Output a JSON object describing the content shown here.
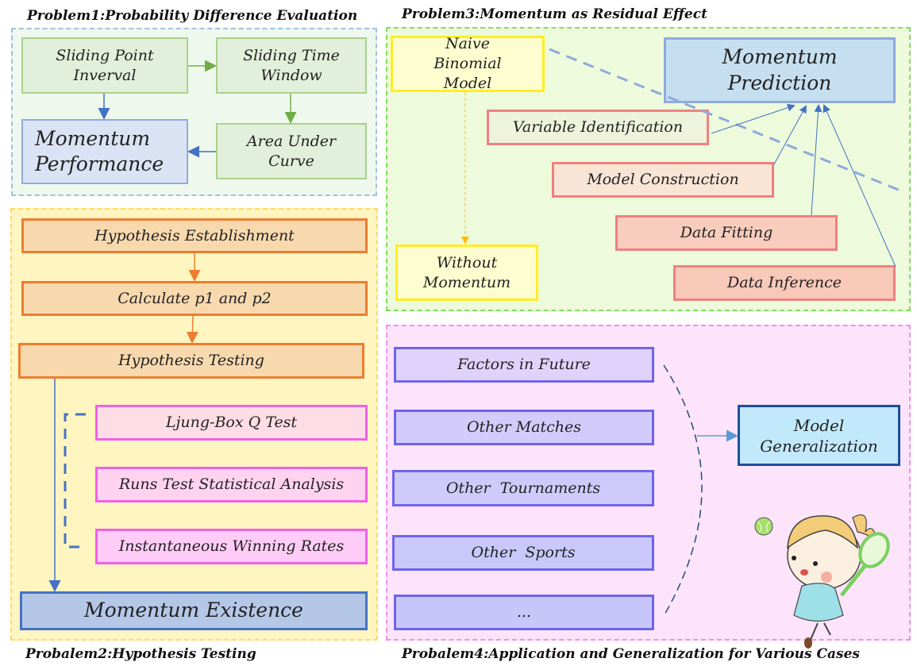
{
  "problem1": {
    "title": "Problem1:Probability Difference Evaluation",
    "boxes": {
      "sliding_point": "Sliding Point Inverval",
      "sliding_time": "Sliding Time Window",
      "area_under_curve": "Area Under Curve",
      "momentum_performance": "Momentum Performance"
    }
  },
  "problem2": {
    "title": "Probalem2:Hypothesis Testing",
    "steps": [
      "Hypothesis Establishment",
      "Calculate p1 and p2",
      "Hypothesis Testing"
    ],
    "tests": [
      "Ljung-Box Q Test",
      "Runs Test Statistical Analysis",
      "Instantaneous Winning Rates"
    ],
    "result": "Momentum Existence"
  },
  "problem3": {
    "title": "Problem3:Momentum as Residual Effect",
    "naive_model": "Naive Binomial Model",
    "without_momentum": "Without Momentum",
    "prediction": "Momentum Prediction",
    "steps": [
      "Variable Identification",
      "Model Construction",
      "Data Fitting",
      "Data Inference"
    ]
  },
  "problem4": {
    "title": "Probalem4:Application and Generalization for Various Cases",
    "cases": [
      "Factors in Future",
      "Other Matches",
      "Other  Tournaments",
      "Other  Sports",
      "..."
    ],
    "result": "Model Generalization"
  },
  "colors": {
    "p1_panel": "#eef8ec",
    "p2_panel": "#fff5c0",
    "p3_panel": "#edfbdc",
    "p4_panel": "#fde4fa",
    "blue_arrow": "#4472c4",
    "green_arrow": "#70ad47",
    "orange_arrow": "#ed7d31"
  }
}
